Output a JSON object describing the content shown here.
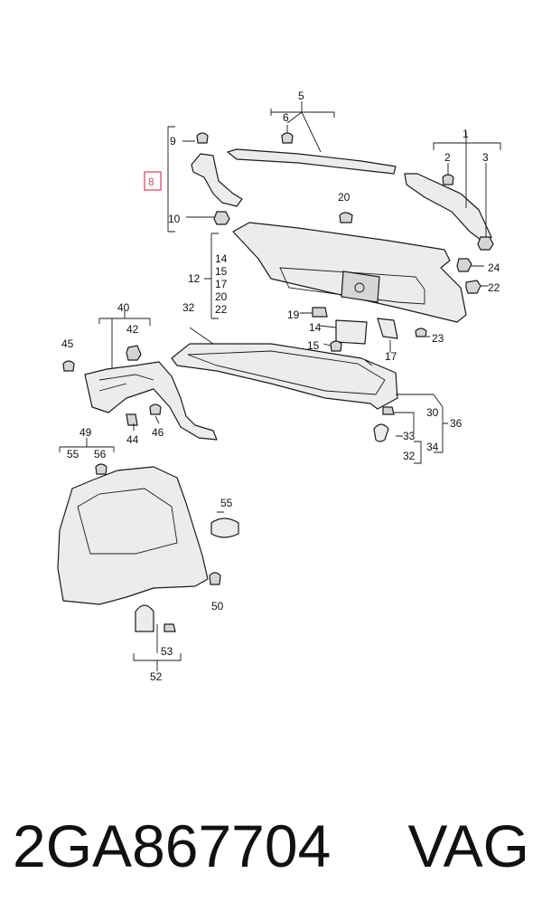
{
  "callouts": {
    "c5": "5",
    "c6": "6",
    "c1": "1",
    "c2": "2",
    "c3": "3",
    "c9": "9",
    "c8": "8",
    "c10": "10",
    "c20": "20",
    "c12": "12",
    "c12_list": [
      "14",
      "15",
      "17",
      "20",
      "22"
    ],
    "c24": "24",
    "c22": "22",
    "c19": "19",
    "c14": "14",
    "c15": "15",
    "c23": "23",
    "c17": "17",
    "c32a": "32",
    "c40": "40",
    "c42": "42",
    "c45": "45",
    "c44": "44",
    "c46": "46",
    "c30": "30",
    "c36": "36",
    "c33": "33",
    "c34": "34",
    "c32b": "32",
    "c49": "49",
    "c55a": "55",
    "c56": "56",
    "c55b": "55",
    "c50": "50",
    "c53": "53",
    "c52": "52"
  },
  "highlight": {
    "callout": "8",
    "color": "#d0506a"
  },
  "footer": {
    "part_number": "2GA867704",
    "brand": "VAG"
  }
}
